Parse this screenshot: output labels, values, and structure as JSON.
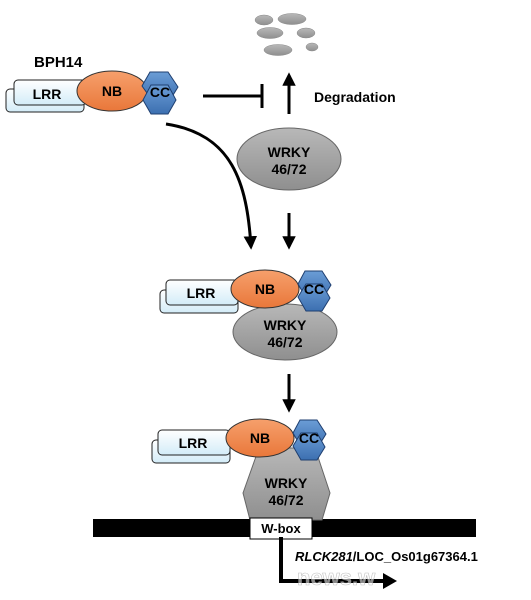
{
  "labels": {
    "protein": "BPH14",
    "lrr": "LRR",
    "nb": "NB",
    "cc": "CC",
    "wrky_line1": "WRKY",
    "wrky_line2": "46/72",
    "degradation": "Degradation",
    "wbox": "W-box",
    "gene_italic": "RLCK281",
    "gene_rest": "/LOC_Os01g67364.1",
    "watermark": "news.w"
  },
  "colors": {
    "lrr_fill": "#e6f4fb",
    "nb_fill": "#f0874a",
    "cc_fill": "#4f85c4",
    "wrky_fill": "#a6a6a6",
    "fragment_fill": "#ababab",
    "dna": "#000000"
  }
}
